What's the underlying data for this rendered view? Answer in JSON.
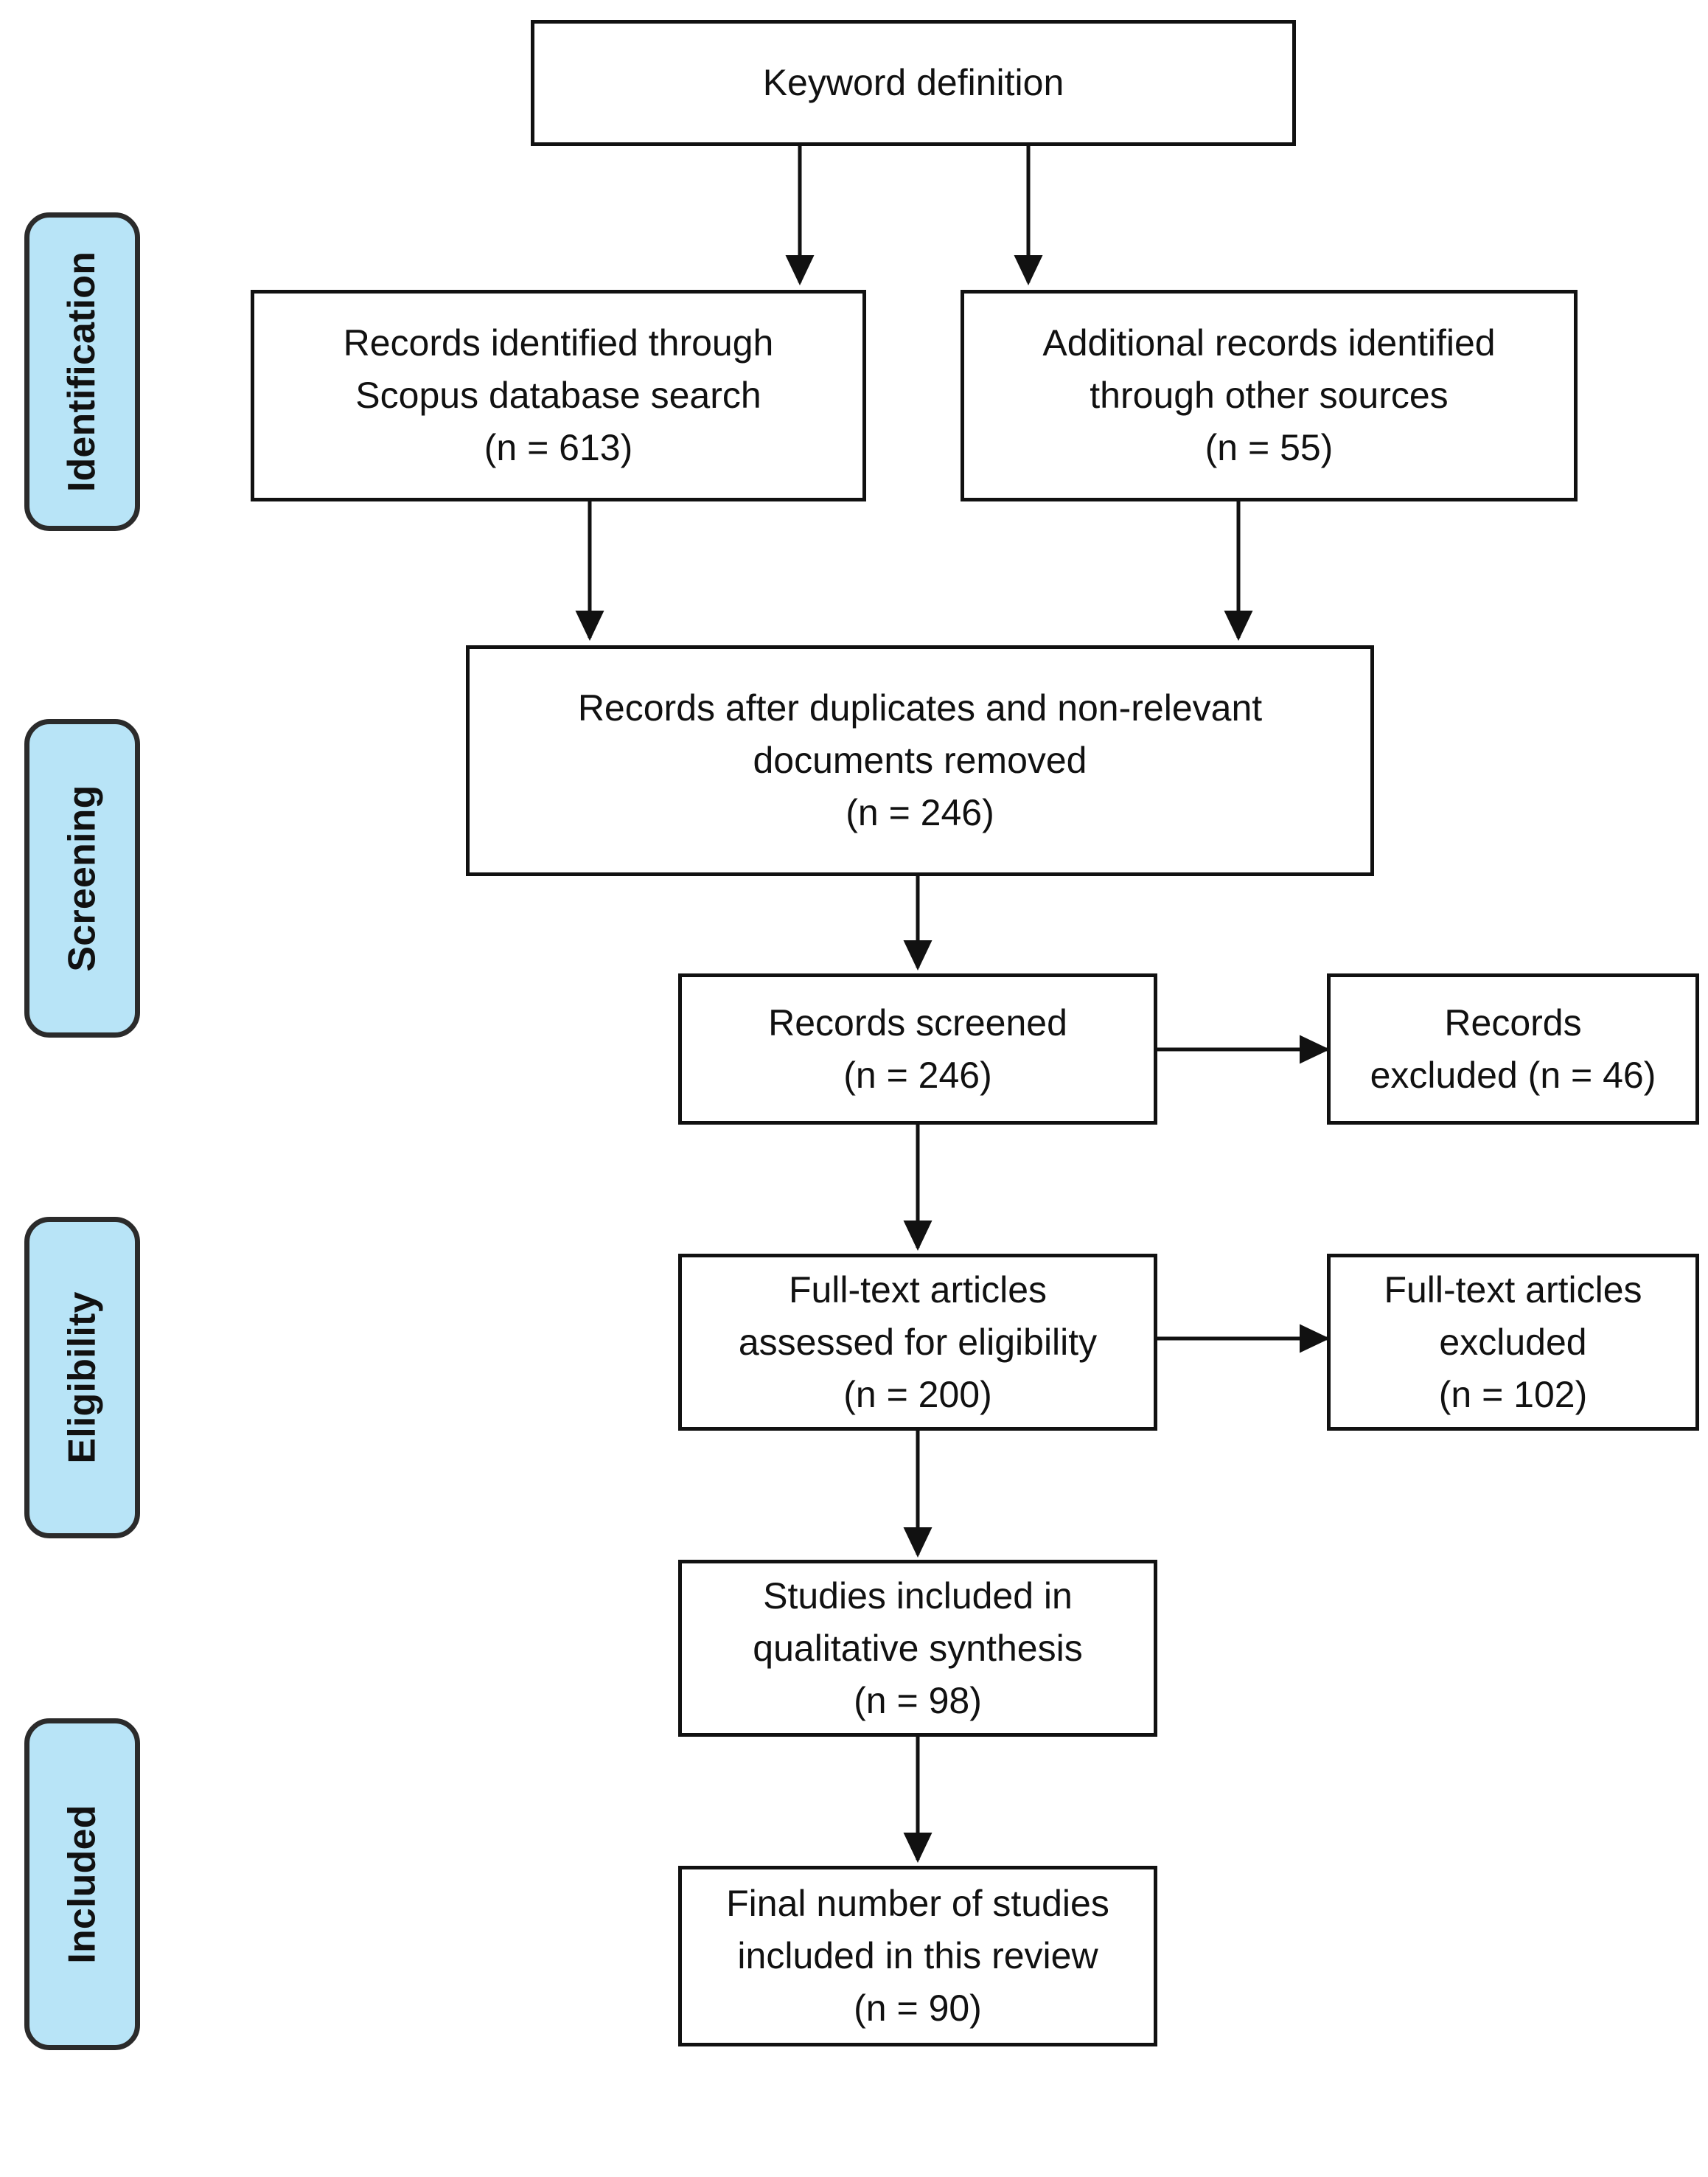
{
  "diagram": {
    "title": "PRISMA study selection flow diagram",
    "accent_color": "#b8e4f7",
    "border_color": "#111111",
    "phases": [
      {
        "id": "identification",
        "label": "Identification"
      },
      {
        "id": "screening",
        "label": "Screening"
      },
      {
        "id": "eligibility",
        "label": "Eligibility"
      },
      {
        "id": "included",
        "label": "Included"
      }
    ],
    "nodes": {
      "keyword": {
        "text": "Keyword definition"
      },
      "scopus": {
        "text": "Records identified through\nScopus database search\n(n = 613)"
      },
      "other_sources": {
        "text": "Additional records identified\nthrough other sources\n(n = 55)"
      },
      "after_duplicates": {
        "text": "Records after duplicates and non-relevant\ndocuments removed\n(n = 246)"
      },
      "screened": {
        "text": "Records screened\n(n = 246)"
      },
      "records_excluded": {
        "text": "Records\nexcluded (n = 46)"
      },
      "fulltext_assessed": {
        "text": "Full-text articles\nassessed for eligibility\n(n = 200)"
      },
      "fulltext_excluded": {
        "text": "Full-text articles\nexcluded\n(n = 102)"
      },
      "qualitative": {
        "text": "Studies included in\nqualitative synthesis\n(n = 98)"
      },
      "final": {
        "text": "Final number of studies\nincluded in this review\n(n = 90)"
      }
    },
    "counts": {
      "scopus_n": 613,
      "other_sources_n": 55,
      "after_duplicates_n": 246,
      "screened_n": 246,
      "records_excluded_n": 46,
      "fulltext_assessed_n": 200,
      "fulltext_excluded_n": 102,
      "qualitative_n": 98,
      "final_n": 90
    }
  }
}
